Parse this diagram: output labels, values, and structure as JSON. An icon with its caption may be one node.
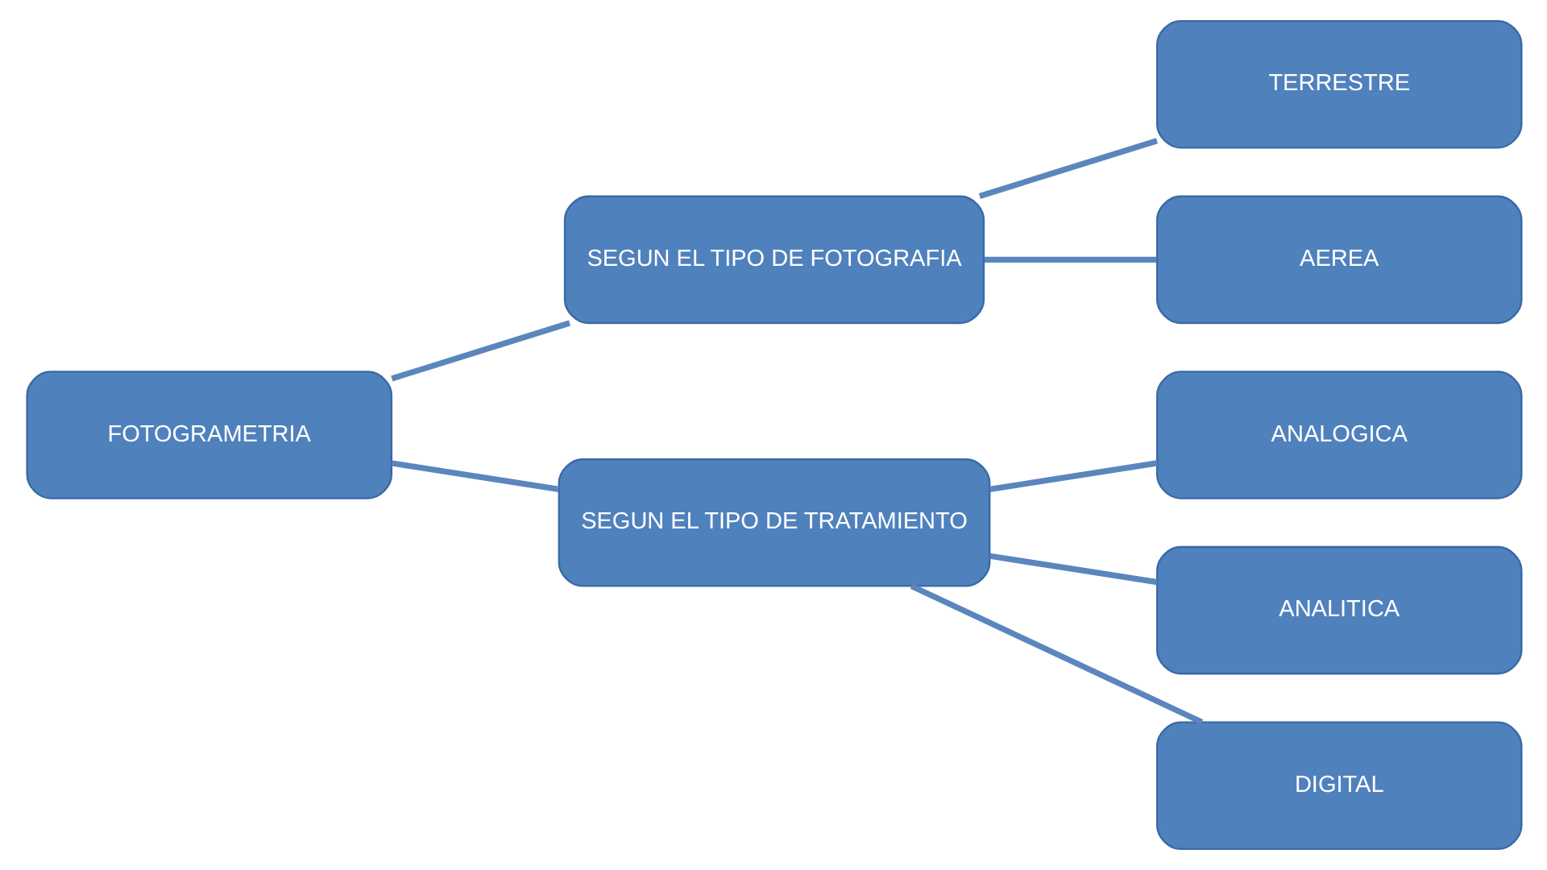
{
  "diagram": {
    "nodes": [
      {
        "text": [
          "FOTOGRAMETRIA"
        ]
      },
      {
        "text": [
          "SEGUN EL TIPO DE FOTOGRAFIA"
        ]
      },
      {
        "text": [
          "SEGUN EL TIPO DE TRATAMIENTO"
        ]
      },
      {
        "text": [
          "TERRESTRE"
        ]
      },
      {
        "text": [
          "AEREA"
        ]
      },
      {
        "text": [
          "ANALOGICA"
        ]
      },
      {
        "text": [
          "ANALITICA"
        ]
      },
      {
        "text": [
          "DIGITAL"
        ]
      }
    ],
    "edges": [
      {
        "from": 0,
        "to": 1,
        "arrow": "none"
      },
      {
        "from": 0,
        "to": 2,
        "arrow": "none"
      },
      {
        "from": 1,
        "to": 3,
        "arrow": "none"
      },
      {
        "from": 1,
        "to": 4,
        "arrow": "none"
      },
      {
        "from": 2,
        "to": 5,
        "arrow": "none"
      },
      {
        "from": 2,
        "to": 6,
        "arrow": "none"
      },
      {
        "from": 2,
        "to": 7,
        "arrow": "none"
      }
    ]
  }
}
